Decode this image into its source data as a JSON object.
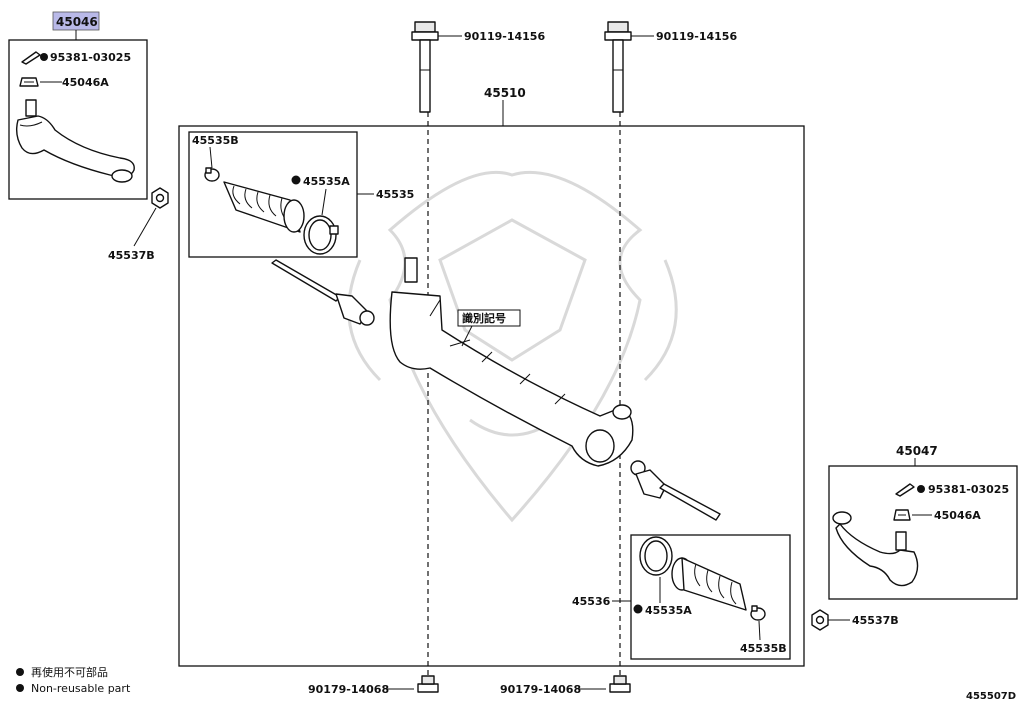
{
  "labels": {
    "assy_left": "45046",
    "cotter_left": "95381-03025",
    "nut_left": "45046A",
    "nut_37b_left": "45537B",
    "bolt_top_left": "90119-14156",
    "bolt_top_right": "90119-14156",
    "gear_assy": "45510",
    "boot_clamp_top": "45535B",
    "boot_clip_top": "45535A",
    "boot_set_left": "45535",
    "id_mark": "識別記号",
    "assy_right": "45047",
    "cotter_right": "95381-03025",
    "nut_right": "45046A",
    "boot_set_right": "45536",
    "boot_clip_bottom": "45535A",
    "boot_clamp_bottom": "45535B",
    "nut_37b_right": "45537B",
    "nut_bottom_left": "90179-14068",
    "nut_bottom_right": "90179-14068",
    "figure_code": "455507D"
  },
  "legend": {
    "line_jp": "再使用不可部品",
    "line_en": "Non-reusable part"
  }
}
